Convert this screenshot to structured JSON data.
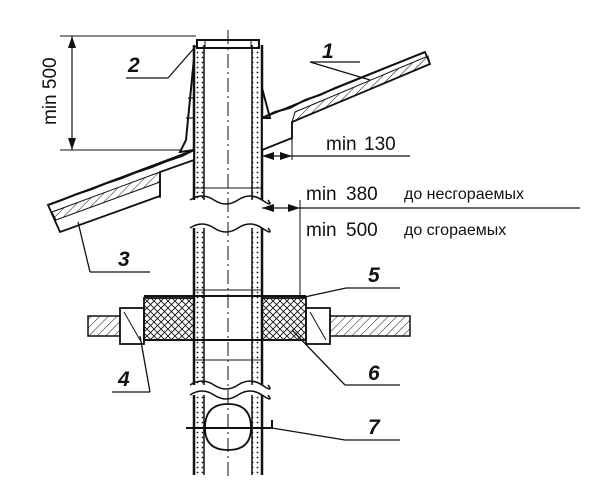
{
  "callouts": {
    "c1": "1",
    "c2": "2",
    "c3": "3",
    "c4": "4",
    "c5": "5",
    "c6": "6",
    "c7": "7"
  },
  "dimensions": {
    "height_above_roof": "min 500",
    "roof_gap_min": "min",
    "roof_gap_val": "130",
    "noncomb_min": "min",
    "noncomb_val": "380",
    "noncomb_text": "до несгораемых",
    "comb_min": "min",
    "comb_val": "500",
    "comb_text": "до сгораемых"
  },
  "colors": {
    "ink": "#111111",
    "background": "#ffffff"
  }
}
